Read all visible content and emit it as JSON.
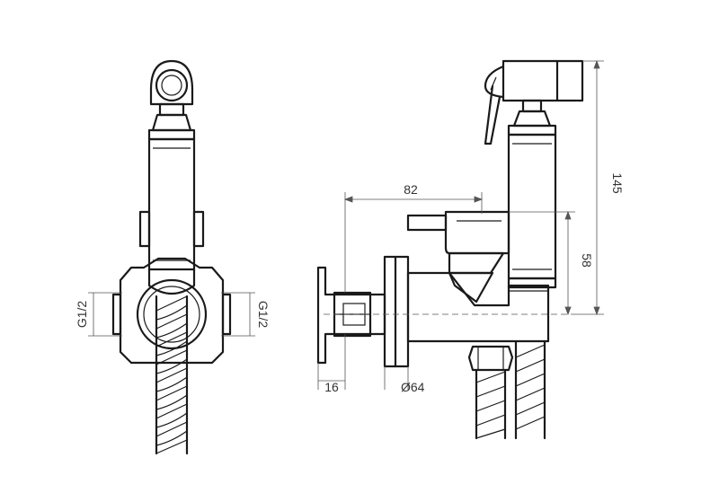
{
  "dimensions": {
    "width_82": "82",
    "height_145": "145",
    "height_58": "58",
    "depth_16": "16",
    "diameter_64": "Ø64",
    "thread_left": "G1/2",
    "thread_right": "G1/2"
  },
  "colors": {
    "line": "#1a1a1a",
    "dimension_line": "#555555",
    "background": "#ffffff"
  }
}
